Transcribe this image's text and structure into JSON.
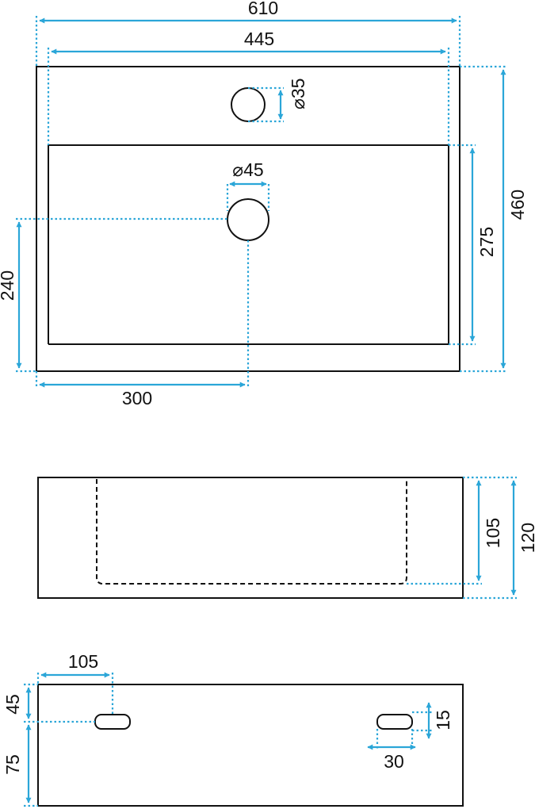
{
  "top_view": {
    "overall_width": "610",
    "basin_width": "445",
    "overall_depth": "460",
    "basin_depth": "275",
    "tap_hole_diameter": "35",
    "drain_diameter": "45",
    "drain_offset_x": "300",
    "drain_offset_y": "240"
  },
  "side_view": {
    "basin_height": "105",
    "overall_height": "120"
  },
  "back_view": {
    "mount_offset_x": "105",
    "mount_offset_top": "45",
    "mount_offset_bottom": "75",
    "slot_width": "30",
    "slot_height": "15"
  },
  "symbols": {
    "diameter": "⌀"
  },
  "colors": {
    "dimension": "#2ba6d8",
    "outline": "#111111"
  }
}
